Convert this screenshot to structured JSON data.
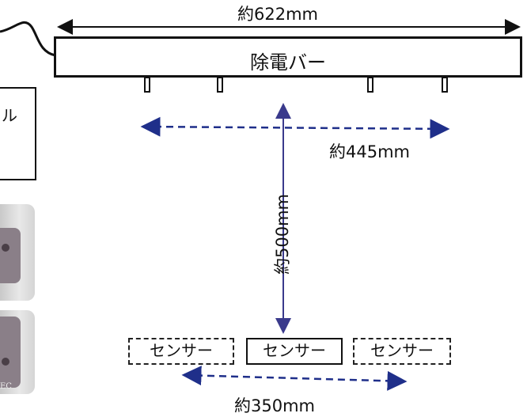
{
  "diagram": {
    "bar_label": "除電バー",
    "bar_length": "約622mm",
    "electrode_span": "約445mm",
    "distance": "約500mm",
    "sensor_span": "約350mm",
    "sensor_label": "センサー",
    "left_panel_text": "ル",
    "device_mark": "EC"
  },
  "colors": {
    "line": "#111111",
    "dimension_blue": "#1f2f8a",
    "vertical_arrow": "#3a3a8c"
  }
}
